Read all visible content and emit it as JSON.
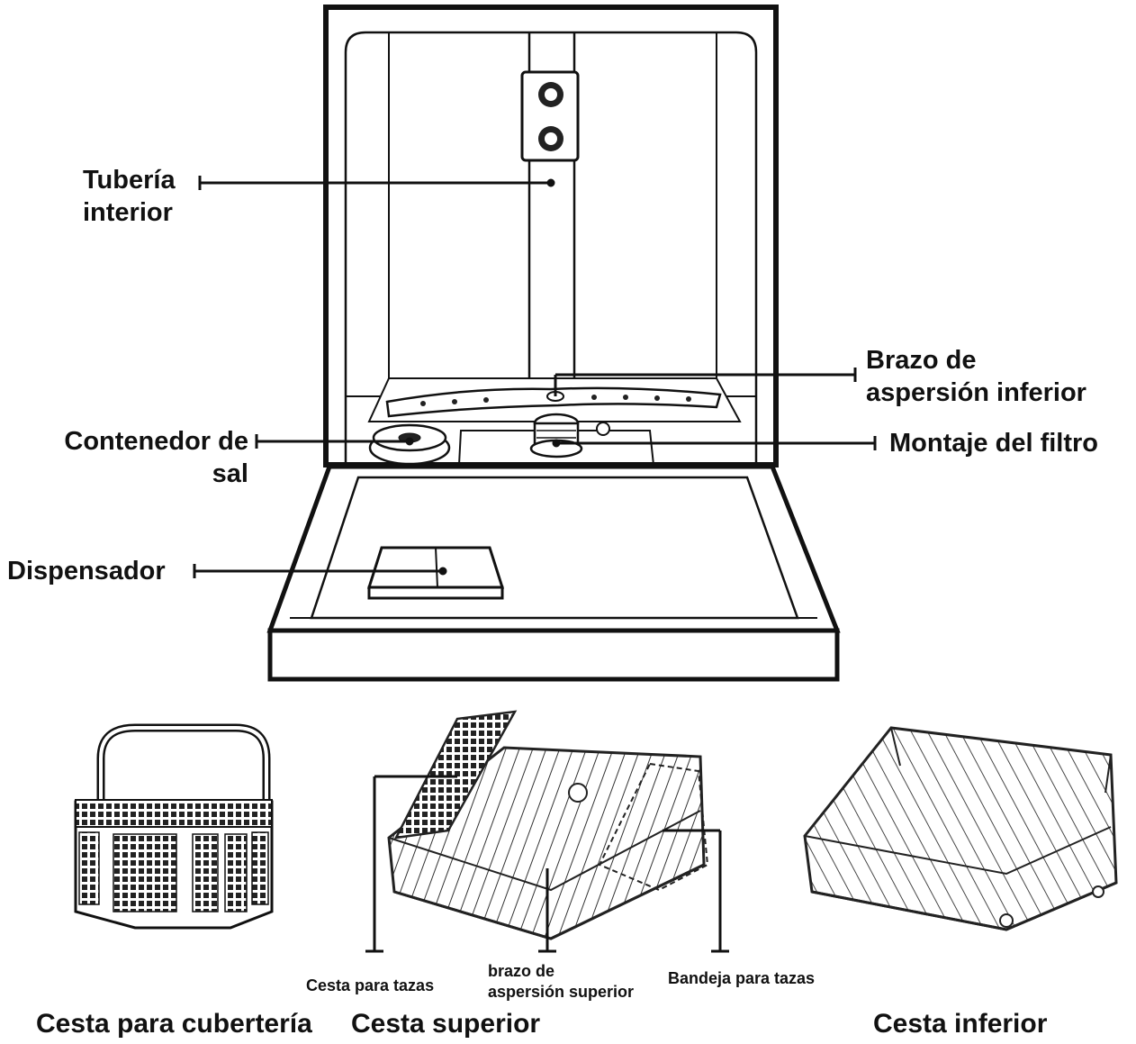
{
  "labels": {
    "inner_pipe": [
      "Tubería",
      "interior"
    ],
    "lower_spray_arm": [
      "Brazo de",
      "aspersión inferior"
    ],
    "salt_container": [
      "Contenedor de",
      "sal"
    ],
    "filter_assembly": "Montaje del filtro",
    "dispenser": "Dispensador",
    "cup_basket": "Cesta para tazas",
    "upper_spray_arm": [
      "brazo de",
      "aspersión superior"
    ],
    "cup_tray": "Bandeja para tazas"
  },
  "captions": {
    "cutlery_basket": "Cesta para cubertería",
    "upper_basket": "Cesta superior",
    "lower_basket": "Cesta inferior"
  }
}
